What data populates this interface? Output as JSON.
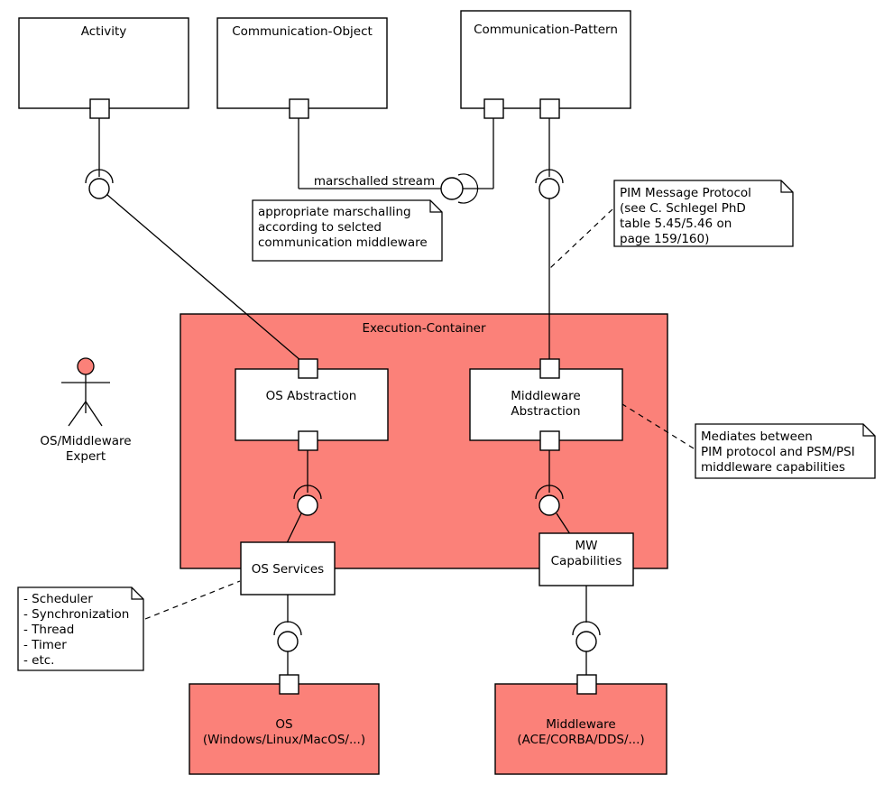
{
  "diagram": {
    "title": "Execution-Container / OS-Middleware abstraction UML component diagram",
    "colors": {
      "container_fill": "#FB8179",
      "platform_fill": "#FB8179",
      "actor_head_fill": "#FB8179",
      "component_fill": "#FFFFFF",
      "stroke": "#000000"
    }
  },
  "components": {
    "activity": {
      "label": "Activity"
    },
    "communication_object": {
      "label": "Communication-Object"
    },
    "communication_pattern": {
      "label": "Communication-Pattern"
    },
    "execution_container": {
      "label": "Execution-Container"
    },
    "os_abstraction": {
      "label": "OS Abstraction"
    },
    "middleware_abstraction": {
      "label": "Middleware",
      "label2": "Abstraction"
    },
    "os_services": {
      "label": "OS Services"
    },
    "mw_capabilities": {
      "label": "MW",
      "label2": "Capabilities"
    },
    "os_platform": {
      "label": "OS",
      "label2": "(Windows/Linux/MacOS/...)"
    },
    "middleware_platform": {
      "label": "Middleware",
      "label2": "(ACE/CORBA/DDS/...)"
    }
  },
  "actor": {
    "name": "OS/Middleware",
    "name2": "Expert"
  },
  "connector_labels": {
    "marschalled_stream": "marschalled stream"
  },
  "notes": {
    "marschalling": {
      "lines": [
        "appropriate marschalling",
        "according to selcted",
        "communication middleware"
      ]
    },
    "pim_message_protocol": {
      "lines": [
        "PIM Message Protocol",
        "(see C. Schlegel PhD",
        " table 5.45/5.46 on",
        " page 159/160)"
      ]
    },
    "mediates": {
      "lines": [
        "Mediates between",
        "PIM protocol and PSM/PSI",
        "middleware capabilities"
      ]
    },
    "os_services_list": {
      "lines": [
        "- Scheduler",
        "- Synchronization",
        "- Thread",
        "- Timer",
        "- etc."
      ]
    }
  }
}
